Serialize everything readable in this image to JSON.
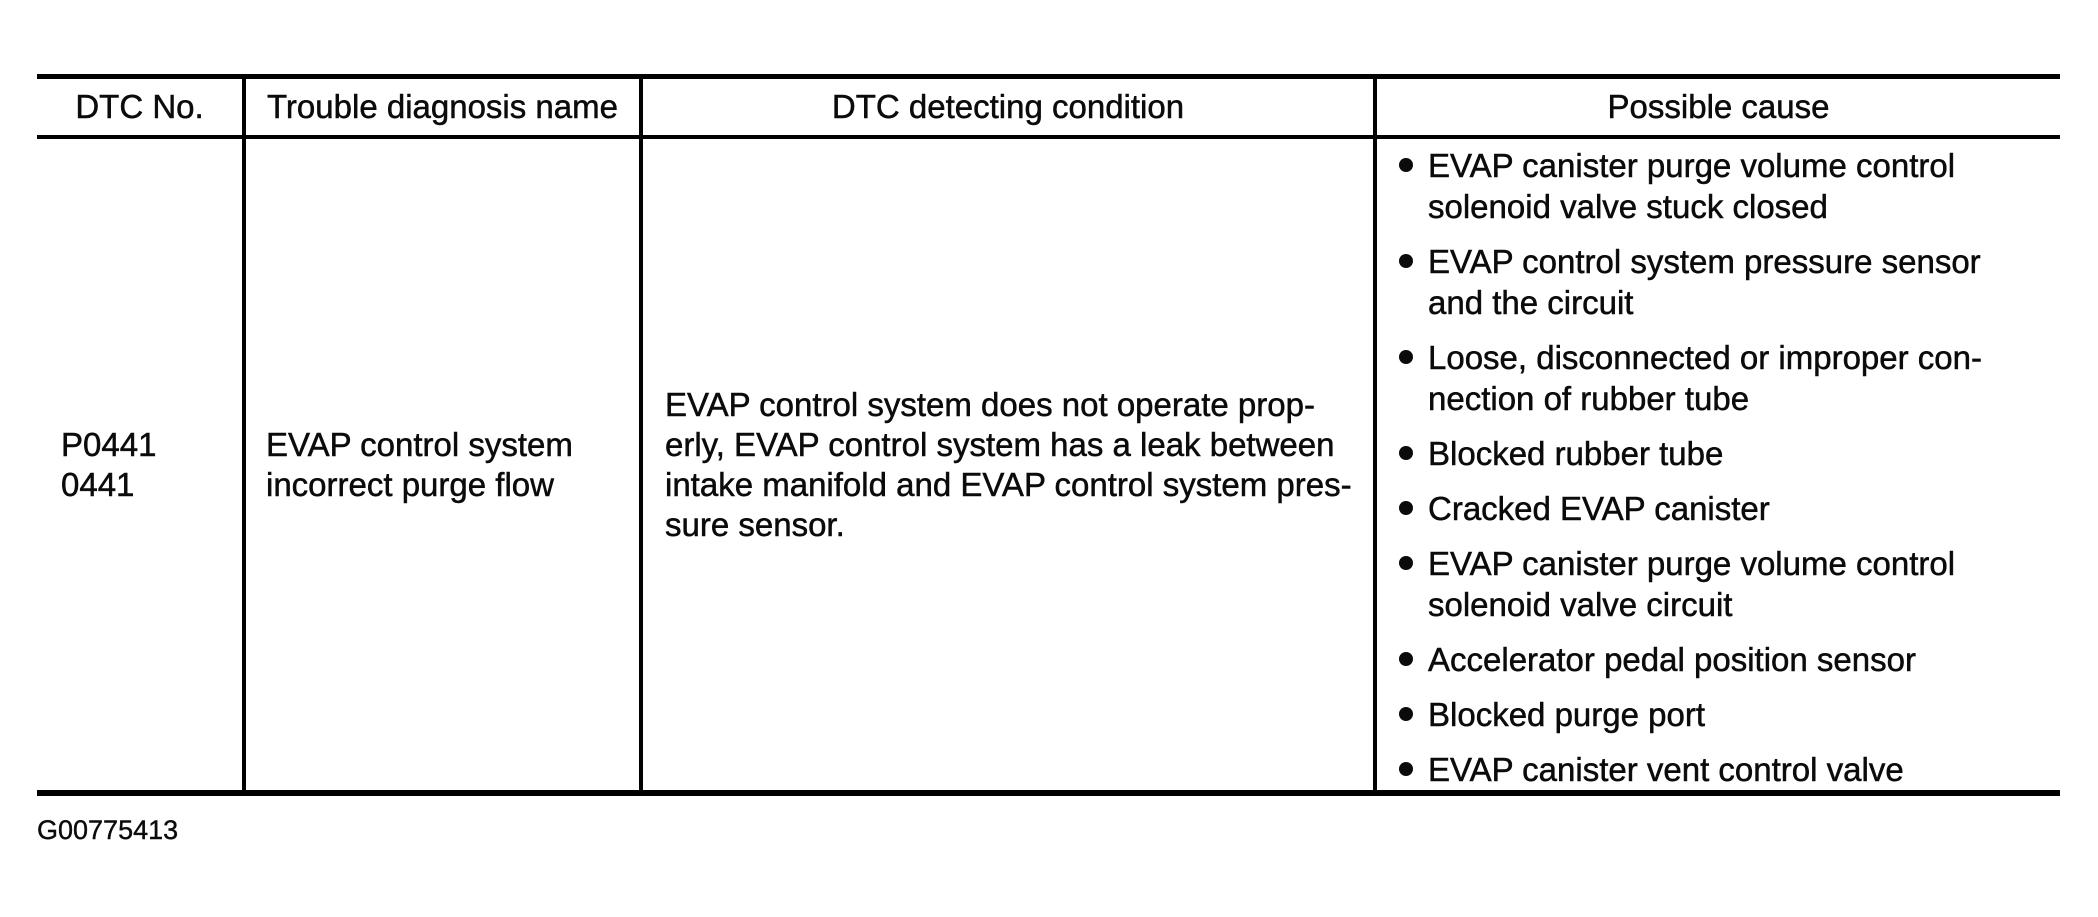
{
  "page": {
    "figure_id": "G00775413",
    "background_color": "#ffffff",
    "ink_color": "#0b0b0b"
  },
  "table": {
    "headers": [
      "DTC No.",
      "Trouble diagnosis name",
      "DTC detecting condition",
      "Possible cause"
    ],
    "row": {
      "dtc_no_lines": [
        "P0441",
        "0441"
      ],
      "trouble_diagnosis_name_lines": [
        "EVAP control system",
        "incorrect purge flow"
      ],
      "dtc_detecting_condition_lines": [
        "EVAP control system does not operate prop-",
        "erly, EVAP control system has a leak between",
        "intake manifold and EVAP control system pres-",
        "sure sensor."
      ],
      "possible_causes": [
        {
          "lines": [
            "EVAP canister purge volume control",
            "solenoid valve stuck closed"
          ]
        },
        {
          "lines": [
            "EVAP control system pressure sensor",
            "and the circuit"
          ]
        },
        {
          "lines": [
            "Loose, disconnected or improper con-",
            "nection of rubber tube"
          ]
        },
        {
          "lines": [
            "Blocked rubber tube"
          ]
        },
        {
          "lines": [
            "Cracked EVAP canister"
          ]
        },
        {
          "lines": [
            "EVAP canister purge volume control",
            "solenoid valve circuit"
          ]
        },
        {
          "lines": [
            "Accelerator pedal position sensor"
          ]
        },
        {
          "lines": [
            "Blocked purge port"
          ]
        },
        {
          "lines": [
            "EVAP canister vent control valve"
          ]
        }
      ],
      "bullet_icon": "filled-circle"
    }
  }
}
